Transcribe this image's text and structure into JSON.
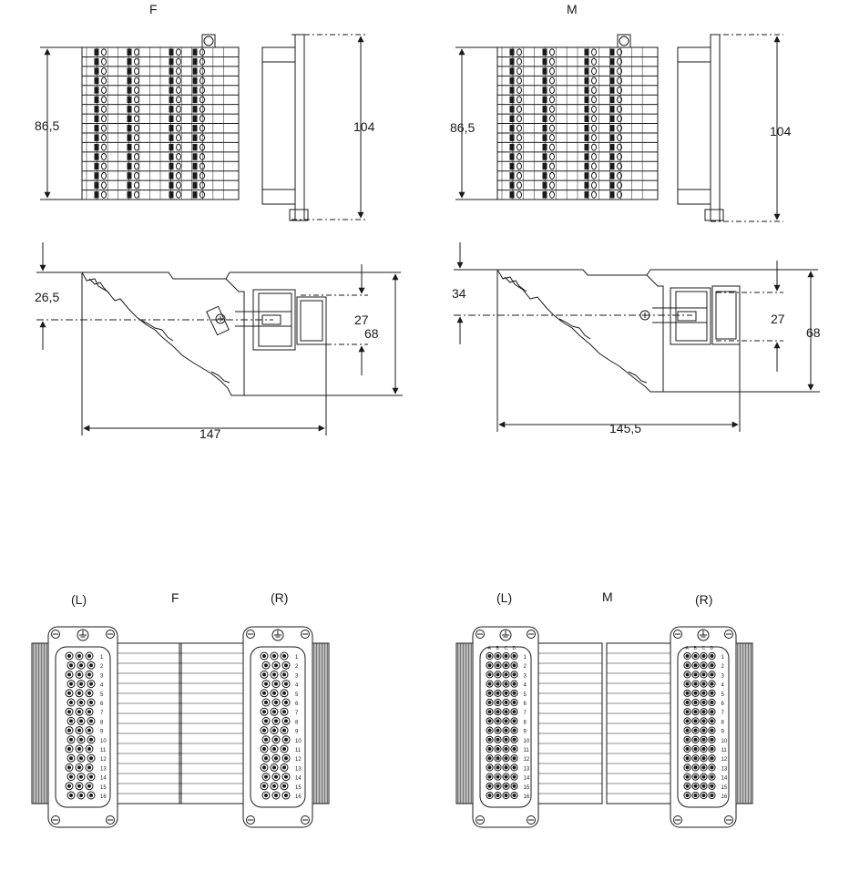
{
  "top_views": {
    "left": {
      "label": "F",
      "height": "86,5",
      "overall_height": "104"
    },
    "right": {
      "label": "M",
      "height": "86,5",
      "overall_height": "104"
    }
  },
  "side_views": {
    "left": {
      "offset": "26,5",
      "hood_height": "27",
      "total_height": "68",
      "length": "147"
    },
    "right": {
      "offset": "34",
      "hood_height": "27",
      "total_height": "68",
      "length": "145,5"
    }
  },
  "front_views": {
    "F": {
      "label": "F",
      "left_label": "(L)",
      "right_label": "(R)"
    },
    "M": {
      "label": "M",
      "left_label": "(L)",
      "right_label": "(R)"
    },
    "row_numbers": [
      "1",
      "2",
      "3",
      "4",
      "5",
      "6",
      "7",
      "8",
      "9",
      "10",
      "11",
      "12",
      "13",
      "14",
      "15",
      "16"
    ],
    "column_letters": [
      "A",
      "B",
      "C",
      "D"
    ],
    "ground_symbol": "⏚"
  },
  "colors": {
    "line": "#1a1a1a",
    "paper": "#ffffff"
  }
}
